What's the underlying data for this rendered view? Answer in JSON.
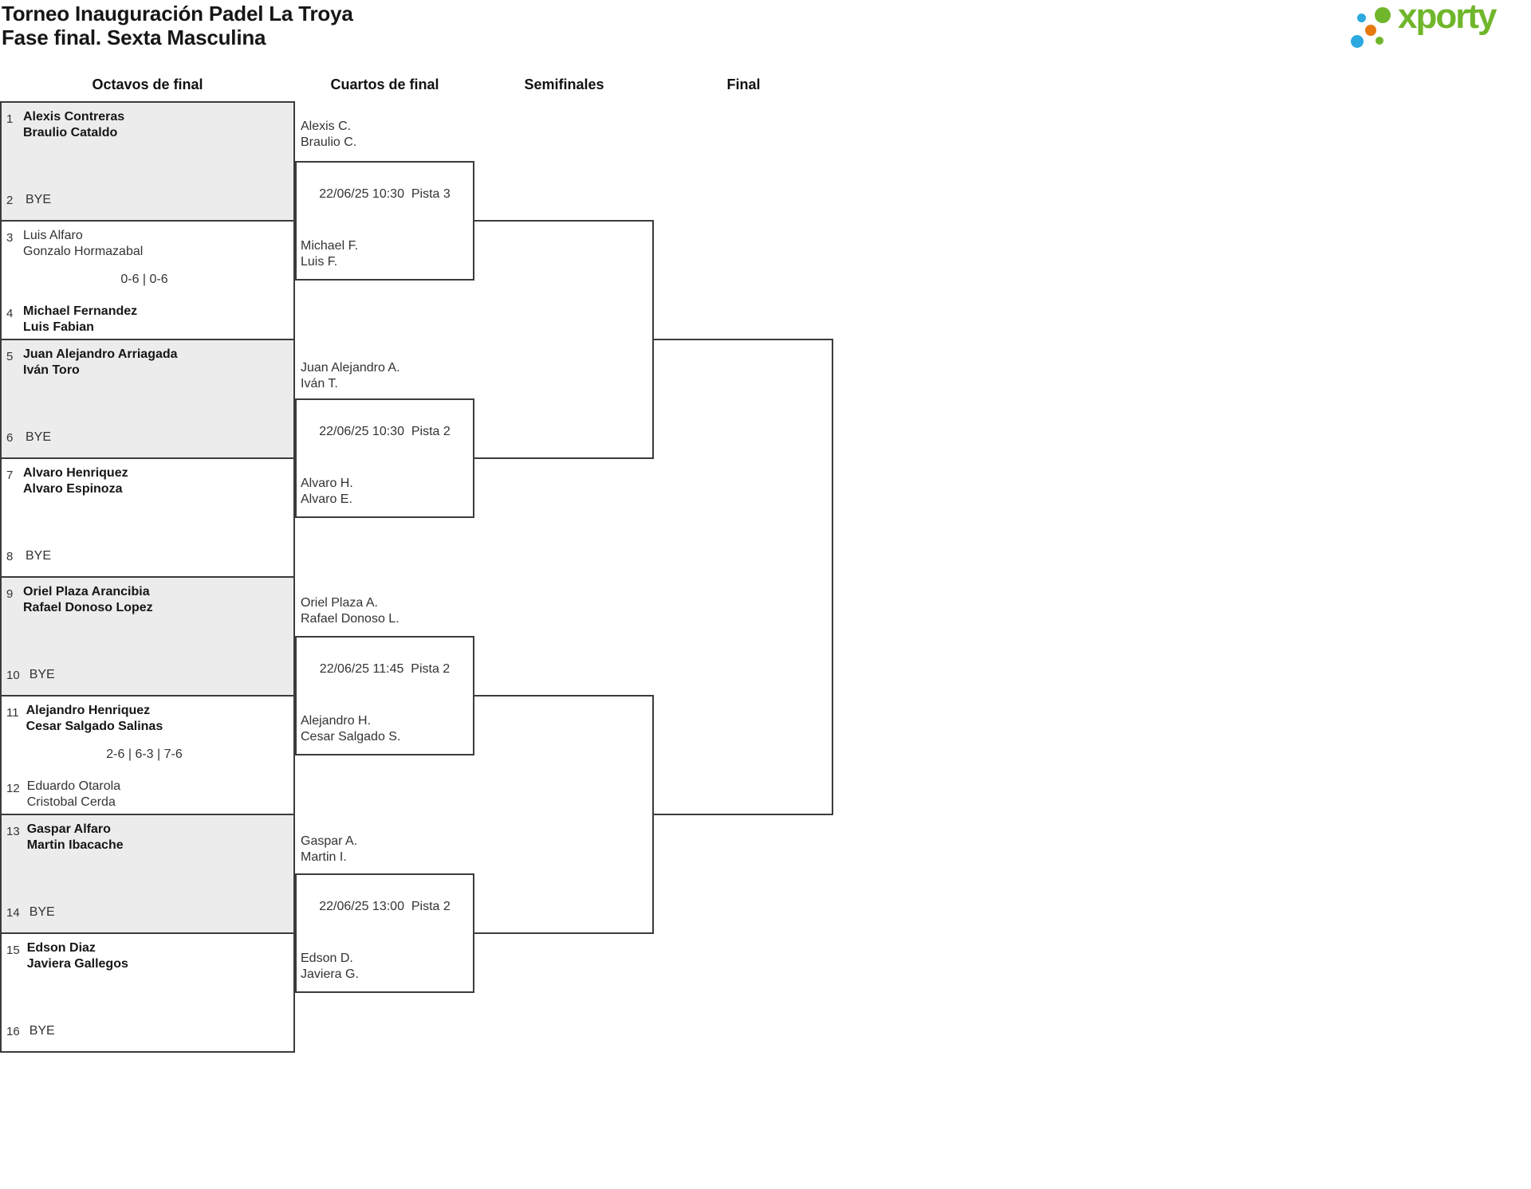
{
  "title": {
    "line1": "Torneo Inauguración Padel La Troya",
    "line2": "Fase final. Sexta Masculina"
  },
  "logo": {
    "brand": "xporty"
  },
  "colors": {
    "brand_green": "#70b62b",
    "brand_blue": "#2ba9e0",
    "brand_orange": "#e8790f",
    "line": "#3b3b3b",
    "box_alt_fill": "#ececec",
    "text_regular": "#333333",
    "text_bold": "#161616"
  },
  "round_headers": [
    "Octavos de final",
    "Cuartos de final",
    "Semifinales",
    "Final"
  ],
  "octavos": [
    {
      "seed_top": "1",
      "team_top": [
        "Alexis Contreras",
        "Braulio Cataldo"
      ],
      "seed_bottom": "2",
      "bye_label": "BYE"
    },
    {
      "seed_top": "3",
      "team_top": [
        "Luis Alfaro",
        "Gonzalo Hormazabal"
      ],
      "score": "0-6 | 0-6",
      "seed_bottom": "4",
      "team_bottom": [
        "Michael Fernandez",
        "Luis Fabian"
      ]
    },
    {
      "seed_top": "5",
      "team_top": [
        "Juan Alejandro Arriagada",
        "Iván Toro"
      ],
      "seed_bottom": "6",
      "bye_label": "BYE"
    },
    {
      "seed_top": "7",
      "team_top": [
        "Alvaro Henriquez",
        "Alvaro Espinoza"
      ],
      "seed_bottom": "8",
      "bye_label": "BYE"
    },
    {
      "seed_top": "9",
      "team_top": [
        "Oriel Plaza Arancibia",
        "Rafael Donoso Lopez"
      ],
      "seed_bottom": "10",
      "bye_label": "BYE"
    },
    {
      "seed_top": "11",
      "team_top": [
        "Alejandro Henriquez",
        "Cesar Salgado Salinas"
      ],
      "score": "2-6 | 6-3 | 7-6",
      "seed_bottom": "12",
      "team_bottom": [
        "Eduardo Otarola",
        "Cristobal Cerda"
      ]
    },
    {
      "seed_top": "13",
      "team_top": [
        "Gaspar Alfaro",
        "Martin Ibacache"
      ],
      "seed_bottom": "14",
      "bye_label": "BYE"
    },
    {
      "seed_top": "15",
      "team_top": [
        "Edson Diaz",
        "Javiera Gallegos"
      ],
      "seed_bottom": "16",
      "bye_label": "BYE"
    }
  ],
  "cuartos": [
    {
      "team_top": [
        "Alexis C.",
        "Braulio C."
      ],
      "schedule": "22/06/25 10:30  Pista 3",
      "team_bottom": [
        "Michael F.",
        "Luis F."
      ]
    },
    {
      "team_top": [
        "Juan Alejandro A.",
        "Iván T."
      ],
      "schedule": "22/06/25 10:30  Pista 2",
      "team_bottom": [
        "Alvaro H.",
        "Alvaro E."
      ]
    },
    {
      "team_top": [
        "Oriel Plaza A.",
        "Rafael Donoso L."
      ],
      "schedule": "22/06/25 11:45  Pista 2",
      "team_bottom": [
        "Alejandro H.",
        "Cesar Salgado S."
      ]
    },
    {
      "team_top": [
        "Gaspar A.",
        "Martin I."
      ],
      "schedule": "22/06/25 13:00  Pista 2",
      "team_bottom": [
        "Edson D.",
        "Javiera G."
      ]
    }
  ]
}
